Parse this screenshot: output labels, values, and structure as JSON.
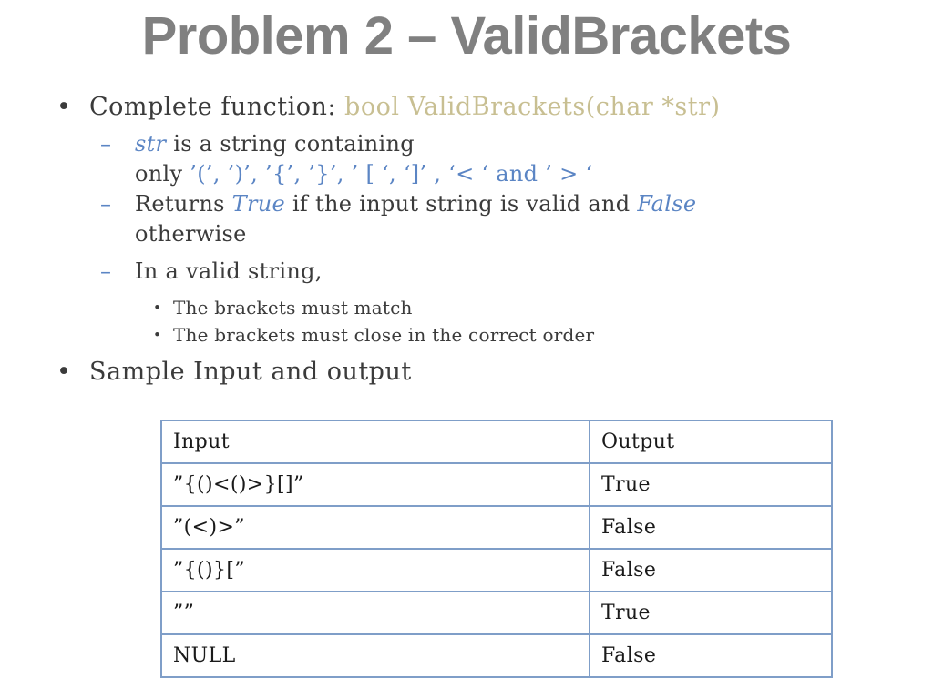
{
  "slide": {
    "title": "Problem 2 – ValidBrackets"
  },
  "bullets": {
    "complete_function_label": "Complete function:",
    "signature": "bool ValidBrackets(char *str)",
    "signature_color": "#c8bf92",
    "str_token": "str",
    "str_line_rest": "is a string containing",
    "only_label": "only",
    "bracket_list": "’(’, ’)’, ’{’, ’}’, ’ [ ‘,  ‘]’ ,  ‘< ‘ and ’ > ‘",
    "returns_prefix": "Returns",
    "true_token": "True",
    "returns_middle": "if the input string is valid and",
    "false_token": "False",
    "otherwise": "otherwise",
    "in_valid_string": "In a valid string,",
    "rule_1": "The brackets must match",
    "rule_2": "The brackets must close in the correct order",
    "sample_heading": "Sample Input and output",
    "accent_blue": "#5b85c4",
    "text_color": "#3b3b3b",
    "bullet_dot": "•",
    "bullet_dash": "–",
    "bullet_smalldot": "•"
  },
  "table": {
    "border_color": "#7f9ec8",
    "headers": [
      "Input",
      "Output"
    ],
    "rows": [
      {
        "input": "”{()<()>}[]”",
        "output": "True"
      },
      {
        "input": "”(<)>”",
        "output": "False"
      },
      {
        "input": "”{()}[”",
        "output": "False"
      },
      {
        "input": "””",
        "output": "True"
      },
      {
        "input": "NULL",
        "output": "False"
      }
    ]
  }
}
